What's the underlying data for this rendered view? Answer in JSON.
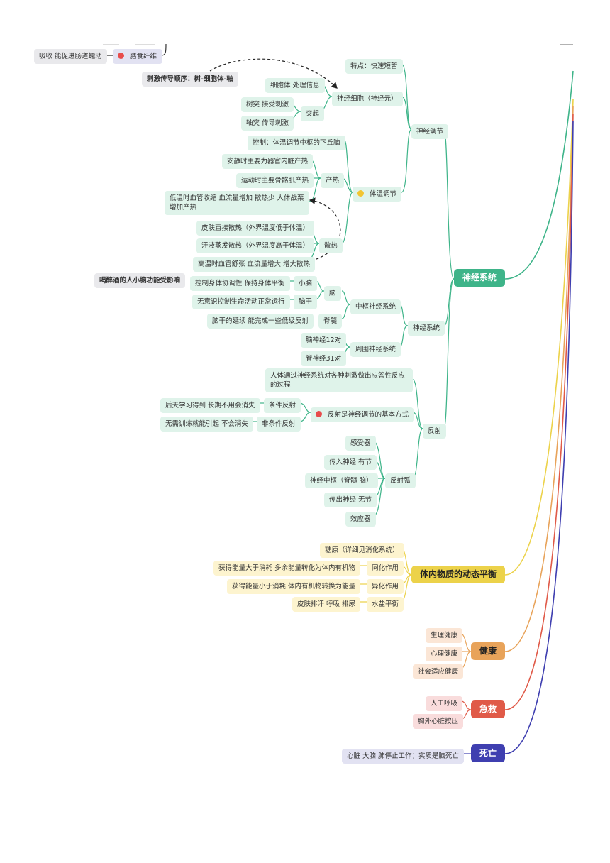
{
  "colors": {
    "nervous": "#3eb489",
    "balance": "#ecd24a",
    "health": "#e8a35a",
    "firstaid": "#e05a48",
    "death": "#3f3fb0",
    "dot_red": "#e84c4c",
    "dot_yellow": "#f2c531"
  },
  "top": {
    "absorb_text": "吸收 能促进肠道蠕动",
    "fiber": "膳食纤维"
  },
  "notes": {
    "stimulus_order": "刺激传导顺序：树-细胞体-轴",
    "alcohol": "喝醉酒的人小脑功能受影响"
  },
  "nervous_system": {
    "title": "神经系统",
    "regulation": {
      "label": "神经调节",
      "feature": "特点：快速短暂",
      "neuron": "神经细胞（神经元）",
      "cell_body": "细胞体 处理信息",
      "process": "突起",
      "dendrite": "树突 接受刺激",
      "axon": "轴突 传导刺激",
      "temp": "体温调节",
      "control": "控制：体温调节中枢的下丘脑",
      "heat_prod": "产热",
      "rest": "安静时主要为器官内脏产热",
      "exercise": "运动时主要骨骼肌产热",
      "low_temp": "低温时血管收缩 血流量增加 散热少 人体战栗增加产热",
      "heat_loss": "散热",
      "skin": "皮肤直接散热（外界温度低于体温）",
      "sweat": "汗液蒸发散热（外界温度高于体温）",
      "high_temp": "高温时血管舒张 血流量增大 增大散热"
    },
    "system": {
      "label": "神经系统",
      "cns": "中枢神经系统",
      "brain": "脑",
      "cerebellum": "小脑",
      "cerebellum_fn": "控制身体协调性 保持身体平衡",
      "brainstem": "脑干",
      "brainstem_fn": "无意识控制生命活动正常运行",
      "spinal": "脊髓",
      "spinal_fn": "脑干的延续 能完成一些低级反射",
      "pns": "周围神经系统",
      "cranial": "脑神经12对",
      "spinal_nerves": "脊神经31对"
    },
    "reflex": {
      "label": "反射",
      "def": "人体通过神经系统对各种刺激做出应答性反应的过程",
      "basic": "反射是神经调节的基本方式",
      "conditioned": "条件反射",
      "conditioned_desc": "后天学习得到 长期不用会消失",
      "unconditioned": "非条件反射",
      "unconditioned_desc": "无需训练就能引起 不会消失",
      "arc": "反射弧",
      "receptor": "感受器",
      "afferent": "传入神经 有节",
      "center": "神经中枢（脊髓 脑）",
      "efferent": "传出神经 无节",
      "effector": "效应器"
    }
  },
  "balance": {
    "title": "体内物质的动态平衡",
    "glycogen": "糖原（详细见消化系统）",
    "assim": "同化作用",
    "assim_desc": "获得能量大于消耗 多余能量转化为体内有机物",
    "dissim": "异化作用",
    "dissim_desc": "获得能量小于消耗 体内有机物转换为能量",
    "water": "水盐平衡",
    "water_desc": "皮肤排汗 呼吸 排尿"
  },
  "health": {
    "title": "健康",
    "items": [
      "生理健康",
      "心理健康",
      "社会适应健康"
    ]
  },
  "firstaid": {
    "title": "急救",
    "items": [
      "人工呼吸",
      "胸外心脏按压"
    ]
  },
  "death": {
    "title": "死亡",
    "desc": "心脏 大脑 肺停止工作；实质是脑死亡"
  }
}
